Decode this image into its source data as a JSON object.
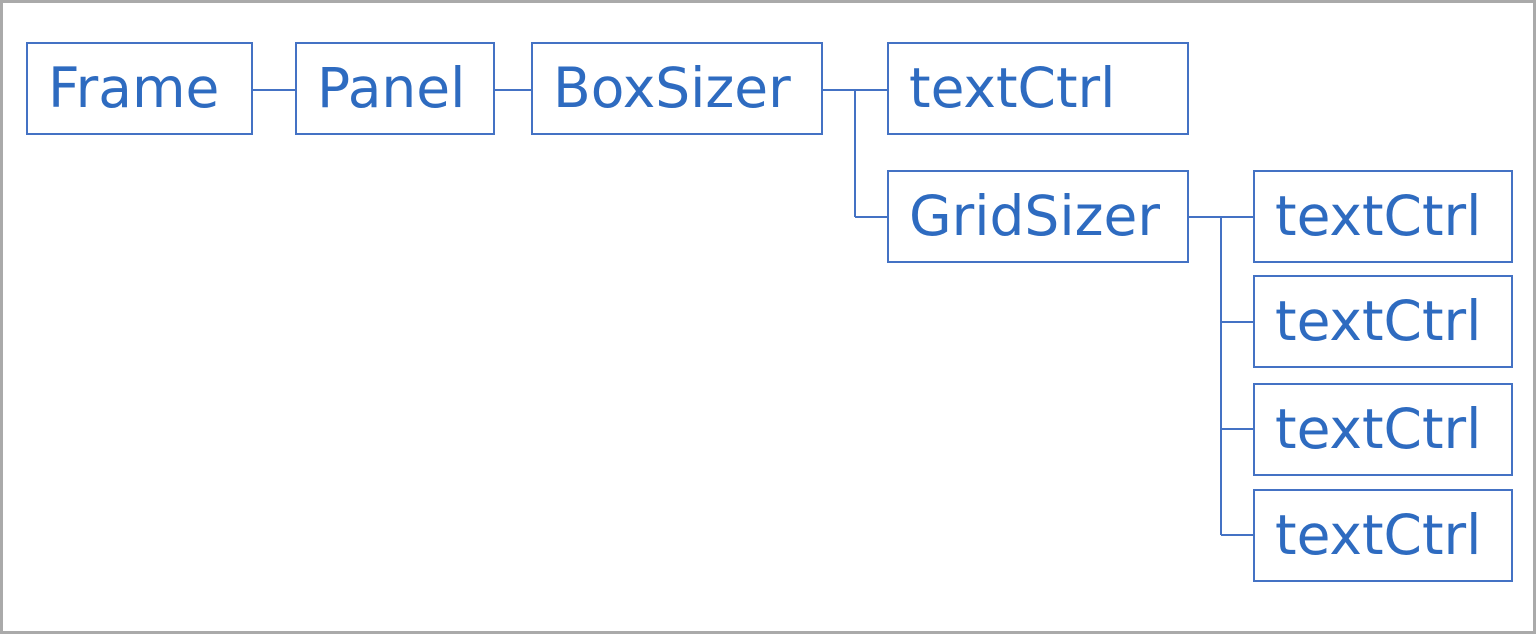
{
  "diagram": {
    "nodes": [
      {
        "id": "frame",
        "label": "Frame"
      },
      {
        "id": "panel",
        "label": "Panel"
      },
      {
        "id": "boxsizer",
        "label": "BoxSizer"
      },
      {
        "id": "textctrl_0",
        "label": "textCtrl"
      },
      {
        "id": "gridsizer",
        "label": "GridSizer"
      },
      {
        "id": "textctrl_1",
        "label": "textCtrl"
      },
      {
        "id": "textctrl_2",
        "label": "textCtrl"
      },
      {
        "id": "textctrl_3",
        "label": "textCtrl"
      },
      {
        "id": "textctrl_4",
        "label": "textCtrl"
      }
    ],
    "edges": [
      {
        "from": "frame",
        "to": "panel"
      },
      {
        "from": "panel",
        "to": "boxsizer"
      },
      {
        "from": "boxsizer",
        "to": "textctrl_0"
      },
      {
        "from": "boxsizer",
        "to": "gridsizer"
      },
      {
        "from": "gridsizer",
        "to": "textctrl_1"
      },
      {
        "from": "gridsizer",
        "to": "textctrl_2"
      },
      {
        "from": "gridsizer",
        "to": "textctrl_3"
      },
      {
        "from": "gridsizer",
        "to": "textctrl_4"
      }
    ],
    "colors": {
      "stroke": "#4472c4",
      "text": "#2e6bc0",
      "frame_border": "#aaaaaa"
    }
  }
}
